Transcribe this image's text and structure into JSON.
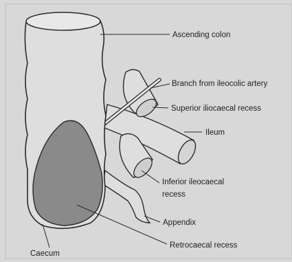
{
  "labels": {
    "ascending_colon": "Ascending colon",
    "branch_artery": "Branch from ileocolic artery",
    "superior_recess": "Superior iliocaecal recess",
    "ileum": "Ileum",
    "inferior_recess_line1": "Inferior ileocaecal",
    "inferior_recess_line2": "recess",
    "appendix": "Appendix",
    "retrocaecal_recess": "Retrocaecal recess",
    "caecum": "Caecum"
  },
  "colors": {
    "background": "#d8d8d8",
    "outline": "#2a2a2a",
    "recess_fill": "#8a8a8a",
    "organ_fill": "#dedede"
  }
}
